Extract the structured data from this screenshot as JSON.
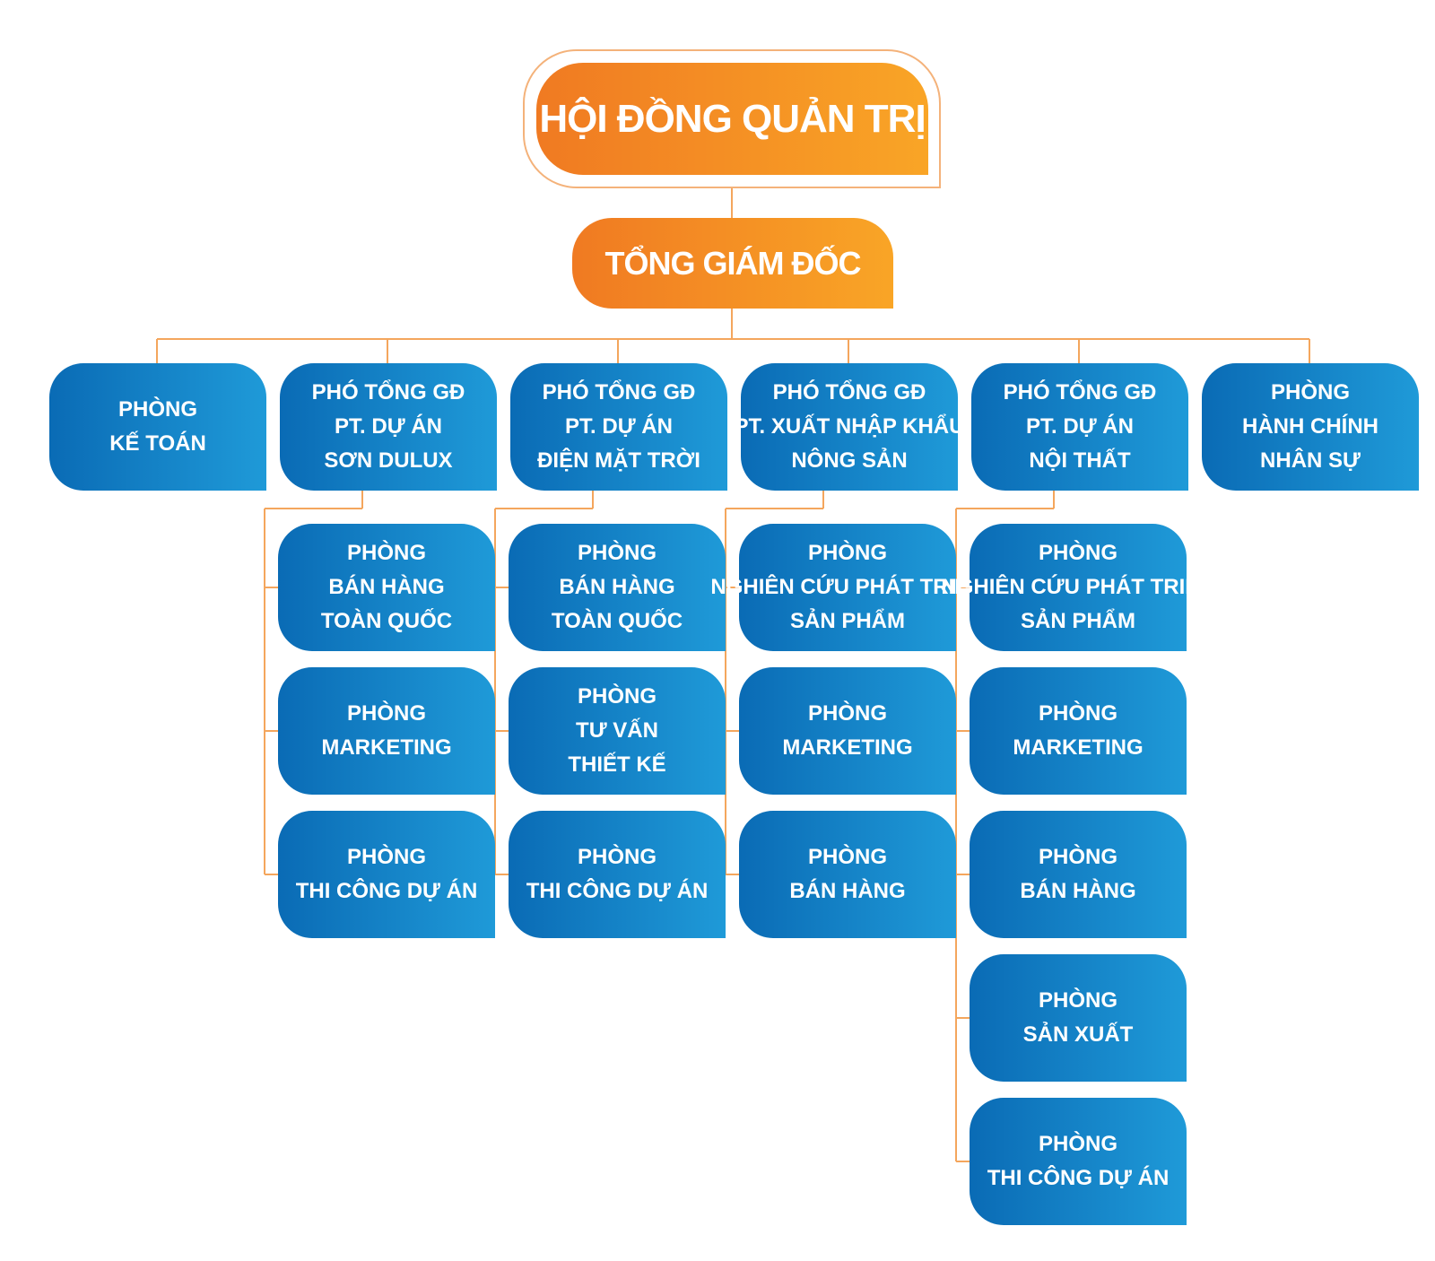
{
  "board": {
    "label": "HỘI ĐỒNG QUẢN TRỊ"
  },
  "ceo": {
    "label": "TỔNG GIÁM ĐỐC"
  },
  "units": [
    {
      "lines": [
        "PHÒNG",
        "KẾ TOÁN"
      ],
      "children": []
    },
    {
      "lines": [
        "PHÓ TỔNG GĐ",
        "PT. DỰ ÁN",
        "SƠN DULUX"
      ],
      "children": [
        {
          "lines": [
            "PHÒNG",
            "BÁN HÀNG",
            "TOÀN QUỐC"
          ]
        },
        {
          "lines": [
            "PHÒNG",
            "MARKETING"
          ]
        },
        {
          "lines": [
            "PHÒNG",
            "THI CÔNG DỰ ÁN"
          ]
        }
      ]
    },
    {
      "lines": [
        "PHÓ TỔNG GĐ",
        "PT. DỰ ÁN",
        "ĐIỆN MẶT TRỜI"
      ],
      "children": [
        {
          "lines": [
            "PHÒNG",
            "BÁN HÀNG",
            "TOÀN QUỐC"
          ]
        },
        {
          "lines": [
            "PHÒNG",
            "TƯ VẤN",
            "THIẾT KẾ"
          ]
        },
        {
          "lines": [
            "PHÒNG",
            "THI CÔNG DỰ ÁN"
          ]
        }
      ]
    },
    {
      "lines": [
        "PHÓ TỔNG GĐ",
        "PT. XUẤT NHẬP KHẨU",
        "NÔNG SẢN"
      ],
      "children": [
        {
          "lines": [
            "PHÒNG",
            "NGHIÊN CỨU PHÁT TRIỂN",
            "SẢN PHẨM"
          ]
        },
        {
          "lines": [
            "PHÒNG",
            "MARKETING"
          ]
        },
        {
          "lines": [
            "PHÒNG",
            "BÁN HÀNG"
          ]
        }
      ]
    },
    {
      "lines": [
        "PHÓ TỔNG GĐ",
        "PT. DỰ ÁN",
        "NỘI THẤT"
      ],
      "children": [
        {
          "lines": [
            "PHÒNG",
            "NGHIÊN CỨU PHÁT TRIỂN",
            "SẢN PHẨM"
          ]
        },
        {
          "lines": [
            "PHÒNG",
            "MARKETING"
          ]
        },
        {
          "lines": [
            "PHÒNG",
            "BÁN HÀNG"
          ]
        },
        {
          "lines": [
            "PHÒNG",
            "SẢN XUẤT"
          ]
        },
        {
          "lines": [
            "PHÒNG",
            "THI CÔNG DỰ ÁN"
          ]
        }
      ]
    },
    {
      "lines": [
        "PHÒNG",
        "HÀNH CHÍNH",
        "NHÂN SỰ"
      ],
      "children": []
    }
  ],
  "colors": {
    "connector": "#f4a65d",
    "orange_start": "#f07a22",
    "orange_end": "#f9a526",
    "blue_start": "#0a6bb5",
    "blue_end": "#1f9ad8"
  }
}
